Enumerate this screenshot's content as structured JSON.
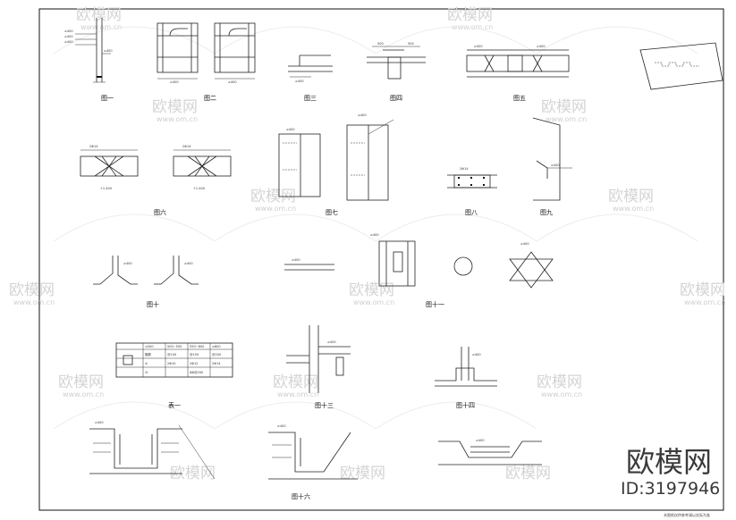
{
  "figure_titles": {
    "fig1": "图一",
    "fig2": "图二",
    "fig3": "图三",
    "fig4": "图四",
    "fig5": "图五",
    "fig6": "图六",
    "fig7": "图七",
    "fig8": "图八",
    "fig9": "图九",
    "fig10": "图十",
    "fig11": "图十一",
    "table1": "表一",
    "fig13": "图十三",
    "fig14": "图十四",
    "fig16": "图十六"
  },
  "table1": {
    "header": [
      "≤500",
      "500~550",
      "550~800",
      "≥800"
    ],
    "row1": [
      "箍筋",
      "@100",
      "@150",
      "@200"
    ],
    "row2": [
      "②",
      "2Φ10",
      "2Φ12",
      "2Φ14"
    ],
    "row3": [
      "③",
      "",
      "",
      "Φ8@200"
    ]
  },
  "watermark": {
    "brand": "欧模网",
    "site": "www.om.cn",
    "id_text": "ID:3197946"
  },
  "footer_note": "本图纸仅供参考请以实际为准"
}
